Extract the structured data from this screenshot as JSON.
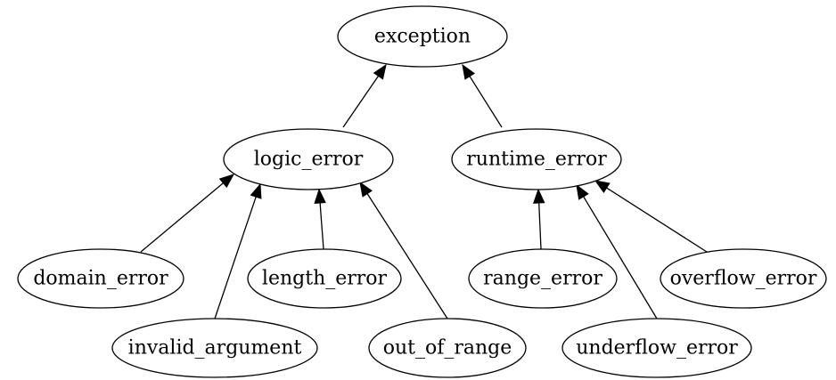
{
  "diagram": {
    "type": "class-hierarchy",
    "nodes": [
      {
        "id": "exception",
        "label": "exception"
      },
      {
        "id": "logic_error",
        "label": "logic_error"
      },
      {
        "id": "runtime_error",
        "label": "runtime_error"
      },
      {
        "id": "domain_error",
        "label": "domain_error"
      },
      {
        "id": "invalid_argument",
        "label": "invalid_argument"
      },
      {
        "id": "length_error",
        "label": "length_error"
      },
      {
        "id": "out_of_range",
        "label": "out_of_range"
      },
      {
        "id": "range_error",
        "label": "range_error"
      },
      {
        "id": "underflow_error",
        "label": "underflow_error"
      },
      {
        "id": "overflow_error",
        "label": "overflow_error"
      }
    ],
    "edges": [
      {
        "from": "logic_error",
        "to": "exception"
      },
      {
        "from": "runtime_error",
        "to": "exception"
      },
      {
        "from": "domain_error",
        "to": "logic_error"
      },
      {
        "from": "invalid_argument",
        "to": "logic_error"
      },
      {
        "from": "length_error",
        "to": "logic_error"
      },
      {
        "from": "out_of_range",
        "to": "logic_error"
      },
      {
        "from": "range_error",
        "to": "runtime_error"
      },
      {
        "from": "underflow_error",
        "to": "runtime_error"
      },
      {
        "from": "overflow_error",
        "to": "runtime_error"
      }
    ]
  }
}
